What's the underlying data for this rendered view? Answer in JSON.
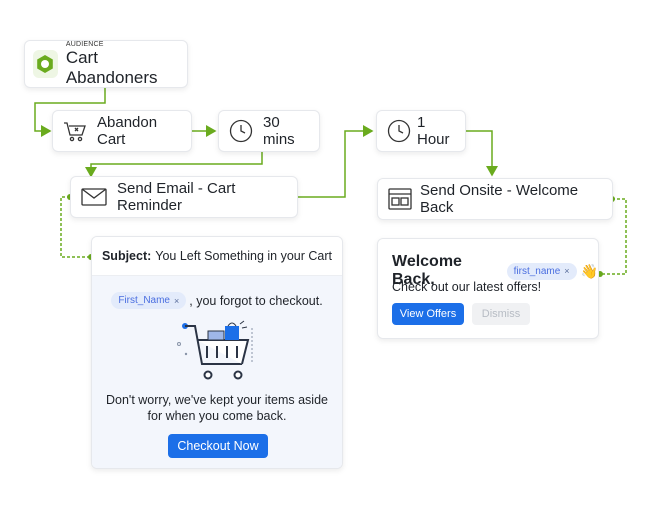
{
  "audience": {
    "tag": "AUDIENCE",
    "name": "Cart Abandoners",
    "icon": "audience-hexagon-icon",
    "icon_color": "#6aab1e"
  },
  "nodes": {
    "abandon_cart": {
      "label": "Abandon Cart",
      "icon": "cart-icon"
    },
    "wait_30": {
      "label": "30 mins",
      "icon": "clock-icon"
    },
    "send_email": {
      "label": "Send Email - Cart Reminder",
      "icon": "envelope-icon"
    },
    "wait_1h": {
      "label": "1 Hour",
      "icon": "clock-icon"
    },
    "send_onsite": {
      "label": "Send Onsite - Welcome Back",
      "icon": "onsite-layout-icon"
    }
  },
  "email": {
    "subject_label": "Subject:",
    "subject_text": "You Left Something in your Cart",
    "chip": "First_Name",
    "chip_close": "×",
    "forgot_text": ", you forgot to checkout.",
    "body": "Don't worry, we've kept your items aside for when you come back.",
    "cta": "Checkout Now",
    "illustration": "shopping-cart-illustration"
  },
  "onsite": {
    "title": "Welcome Back,",
    "chip": "first_name",
    "chip_close": "×",
    "emoji": "👋",
    "subtitle": "Check out our latest offers!",
    "primary": "View Offers",
    "secondary": "Dismiss"
  },
  "colors": {
    "connector": "#6aab1e",
    "primary_button": "#1c6fe8",
    "chip_bg": "#e3ebfb",
    "chip_text": "#4a6ee0"
  }
}
